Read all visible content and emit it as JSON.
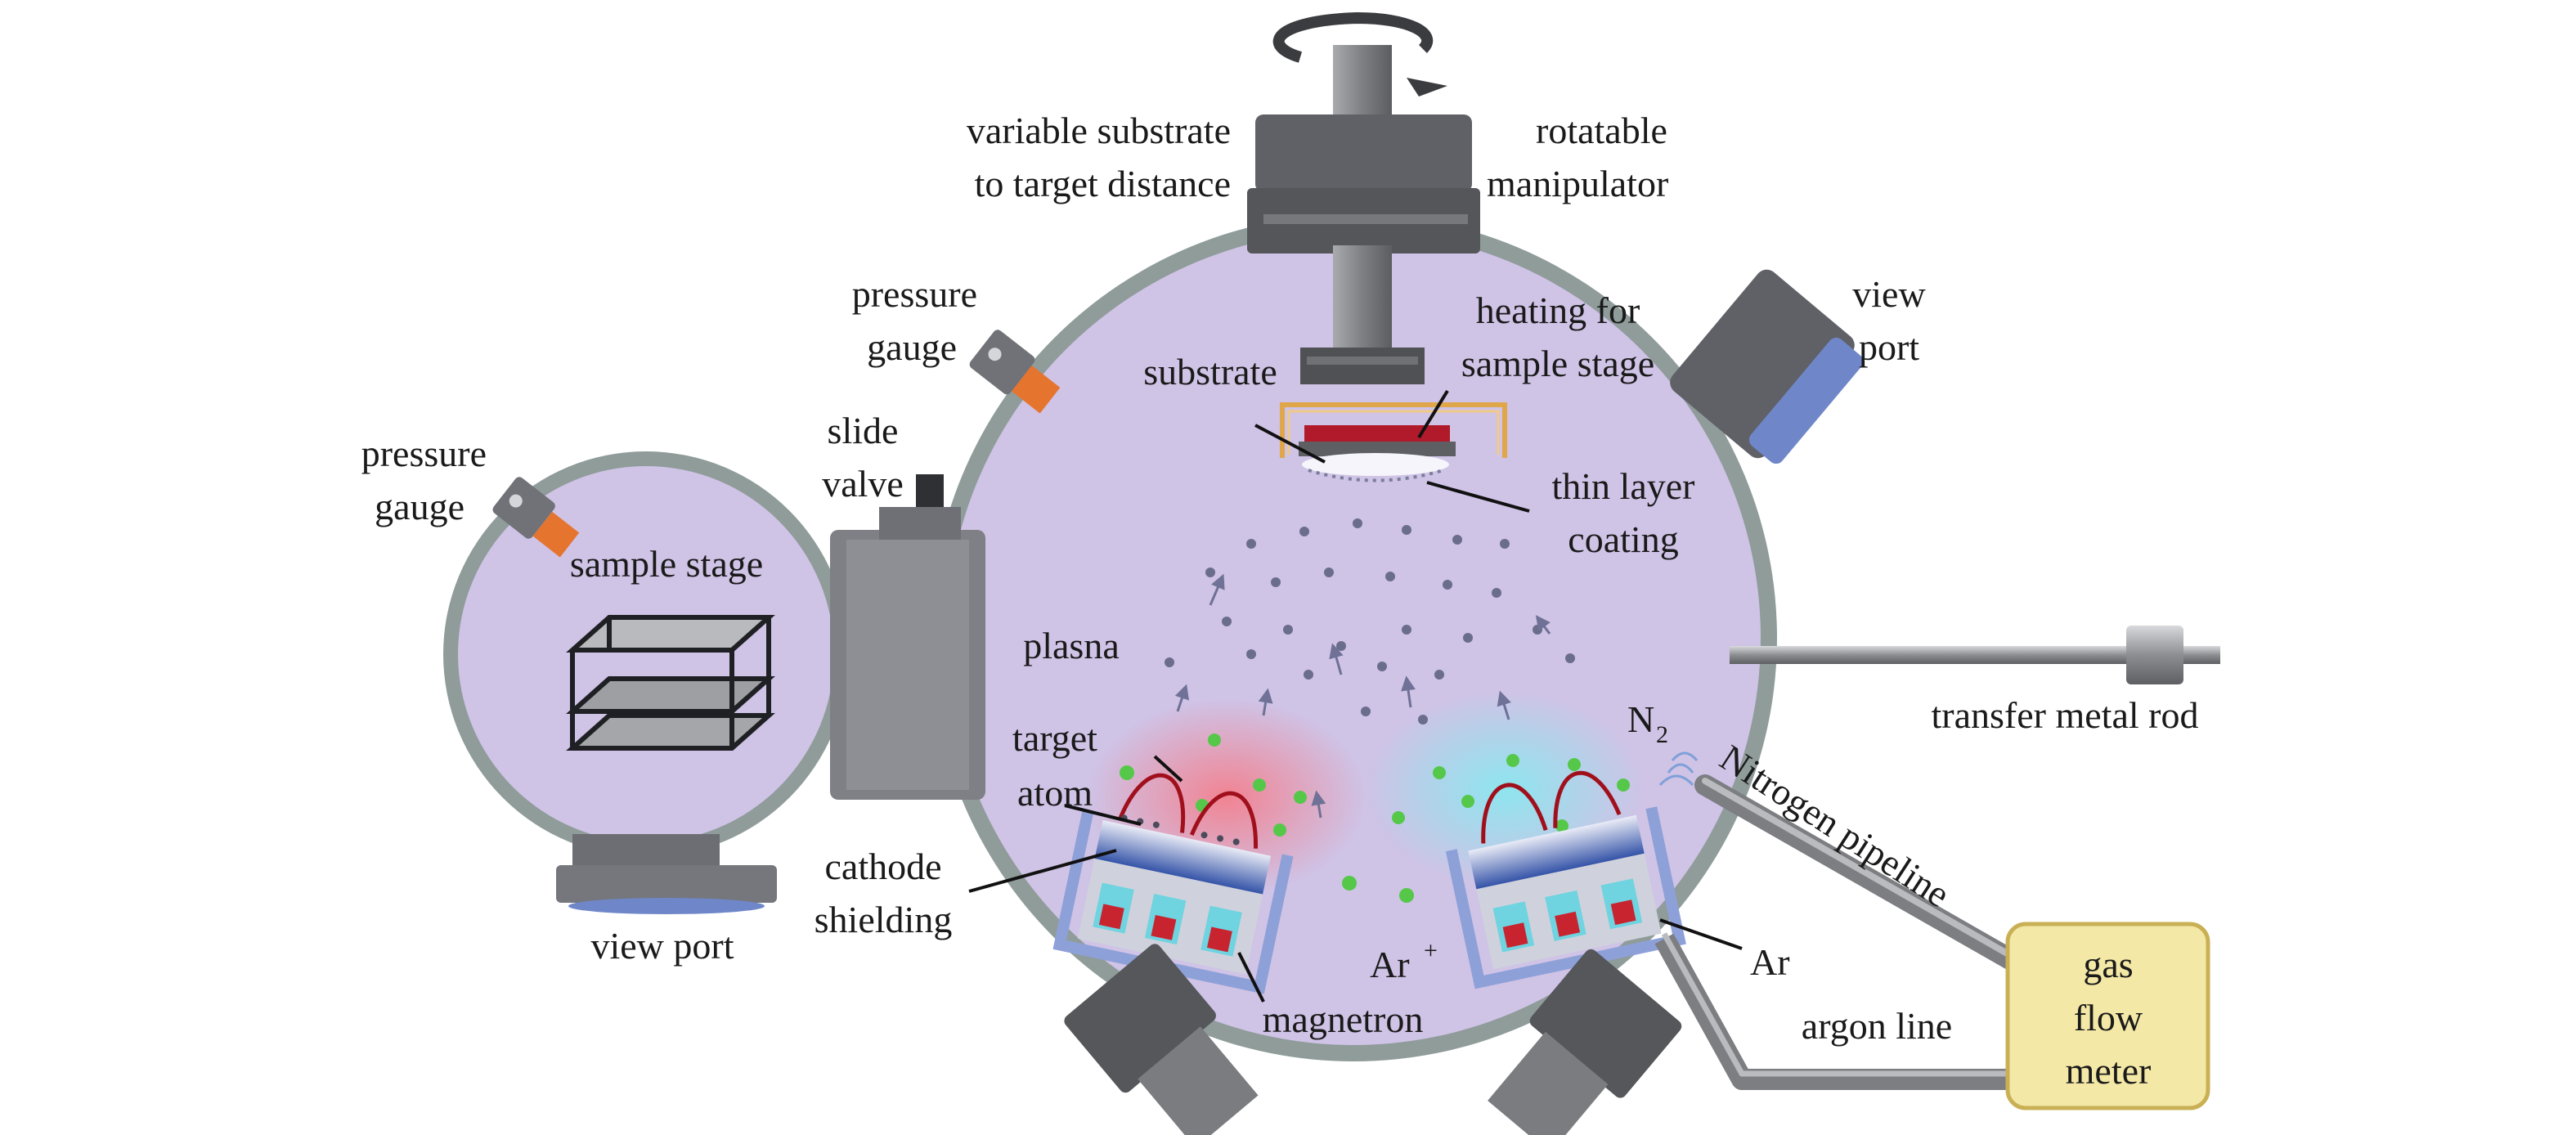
{
  "labels": {
    "variable_distance": [
      "variable substrate",
      "to target distance"
    ],
    "rotatable_manipulator": [
      "rotatable",
      "manipulator"
    ],
    "pressure_gauge_main": [
      "pressure",
      "gauge"
    ],
    "pressure_gauge_load": [
      "pressure",
      "gauge"
    ],
    "view_port_main": [
      "view",
      "port"
    ],
    "view_port_load": "view port",
    "heating": [
      "heating for",
      "sample stage"
    ],
    "substrate": "substrate",
    "slide_valve": [
      "slide",
      "valve"
    ],
    "sample_stage": "sample stage",
    "thin_layer": [
      "thin layer",
      "coating"
    ],
    "transfer_rod": "transfer metal rod",
    "plasna": "plasna",
    "target_atom": [
      "target",
      "atom"
    ],
    "cathode_shielding": [
      "cathode",
      "shielding"
    ],
    "magnetron": "magnetron",
    "ar_plus": "Ar",
    "ar_plus_sup": "+",
    "n2": "N",
    "n2_sub": "2",
    "nitrogen_pipeline": "Nitrogen pipeline",
    "ar": "Ar",
    "argon_line": "argon line",
    "gas_flow_meter": [
      "gas",
      "flow",
      "meter"
    ]
  },
  "colors": {
    "chamber_fill": "#cfc3e6",
    "chamber_rim": "#8a9a98",
    "dark_gray": "#5a5c60",
    "mid_gray": "#7b7d82",
    "meter_fill": "#f4e8a6",
    "meter_stroke": "#c9b055",
    "plasma_red": "#f48a96",
    "plasma_cyan": "#8fe6ef",
    "atom_green": "#55c84a",
    "dot": "#6b6d8c",
    "copper": "#e0a64a",
    "blue_glass": "#6f87c9"
  }
}
